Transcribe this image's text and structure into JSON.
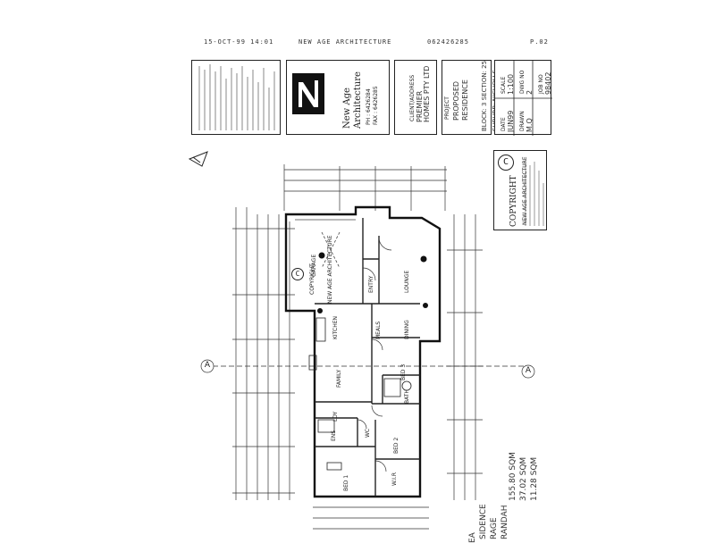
{
  "fax_header": {
    "datetime": "15-OCT-99 14:01",
    "sender": "NEW AGE ARCHITECTURE",
    "phone": "062426285",
    "page": "P.02"
  },
  "title_block": {
    "company_line1": "New Age",
    "company_line2": "Architecture",
    "phone": "PH : 6426284",
    "fax": "FAX : 6426285",
    "client_label": "CLIENT/ADDRESS",
    "client_line1": "PREMIER",
    "client_line2": "HOMES PTY LTD",
    "project_label": "PROJECT",
    "project_line1": "PROPOSED",
    "project_line2": "RESIDENCE",
    "block": "BLOCK: 3",
    "section": "SECTION: 25",
    "suburb": "SUBURB: NICHOLLS",
    "scale_label": "SCALE",
    "scale": "1:100",
    "dwg_no_label": "DWG NO",
    "dwg_no": "2",
    "job_no_label": "JOB NO",
    "job_no": "98402",
    "date_label": "DATE",
    "date": "JUN99",
    "drawn_label": "DRAWN",
    "drawn": "M.Q"
  },
  "copyright": {
    "title": "COPYRIGHT",
    "line": "NEW AGE ARCHITECTURE"
  },
  "rooms": {
    "garage": "GARAGE",
    "entry": "ENTRY",
    "lounge": "LOUNGE",
    "kitchen": "KITCHEN",
    "meals": "MEALS",
    "dining": "DINING",
    "family": "FAMILY",
    "bed3": "BED 3",
    "bed2": "BED 2",
    "bed1": "BED 1",
    "ensuite": "ENS",
    "bath": "BATH",
    "wir": "W.I.R",
    "ldy": "LDY",
    "wc": "WC"
  },
  "section_marker": "A",
  "areas": {
    "area_label": "EA",
    "residence_label": "SIDENCE",
    "residence": "155.80 SQM",
    "garage_label": "RAGE",
    "garage": "37.02 SQM",
    "verandah_label": "RANDAH",
    "verandah": "11.28 SQM"
  }
}
